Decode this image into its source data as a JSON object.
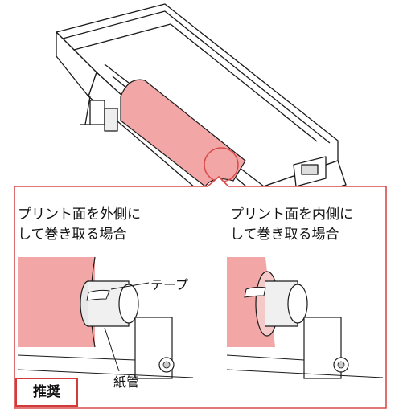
{
  "callout": {
    "left_caption_line1": "プリント面を外側に",
    "left_caption_line2": "して巻き取る場合",
    "right_caption_line1": "プリント面を内側に",
    "right_caption_line2": "して巻き取る場合",
    "tape_label": "テープ",
    "core_label": "紙管",
    "recommended_badge": "推奨"
  },
  "colors": {
    "media_pink": "#f2a6a6",
    "callout_border": "#d94a4a",
    "badge_border": "#d43a3a",
    "line": "#1a1a1a"
  }
}
